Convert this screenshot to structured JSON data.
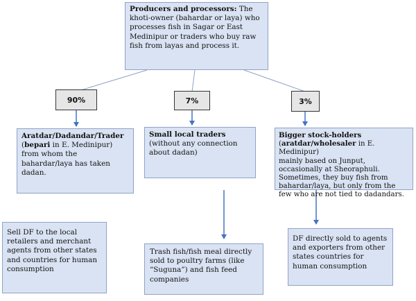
{
  "producers": {
    "title": "Producers and processors:",
    "text": "The khoti-owner (bahardar or laya) who processes fish in Sagar or East Medinipur or traders who buy raw fish from layas and process it."
  },
  "shares": {
    "left": "90%",
    "middle": "7%",
    "right": "3%"
  },
  "aratdar": {
    "title": "Aratdar/Dadandar/Trader",
    "paren_open": "(",
    "bepari": "bepari",
    "location": " in E. Medinipur)",
    "text": "from whom the bahardar/laya has taken dadan."
  },
  "small_traders": {
    "title": "Small local traders",
    "text": "(without any connection about dadan)"
  },
  "stock_holders": {
    "title": "Bigger stock-holders",
    "paren_open": "(",
    "term": "aratdar/wholesaler",
    "location": " in E. Medinipur)",
    "text": "mainly based on Junput, occasionally at Sheoraphuli. Sometimes, they buy fish from bahardar/laya, but only from the few who are not tied to dadandars."
  },
  "sell_df": {
    "text": "Sell DF to the local retailers and merchant agents from other states and countries for human consumption"
  },
  "trash_fish": {
    "text": "Trash fish/fish meal directly sold to poultry farms (like “Suguna”) and fish feed companies"
  },
  "df_direct": {
    "text": "DF directly sold to agents and exporters from other states countries for human consumption"
  }
}
